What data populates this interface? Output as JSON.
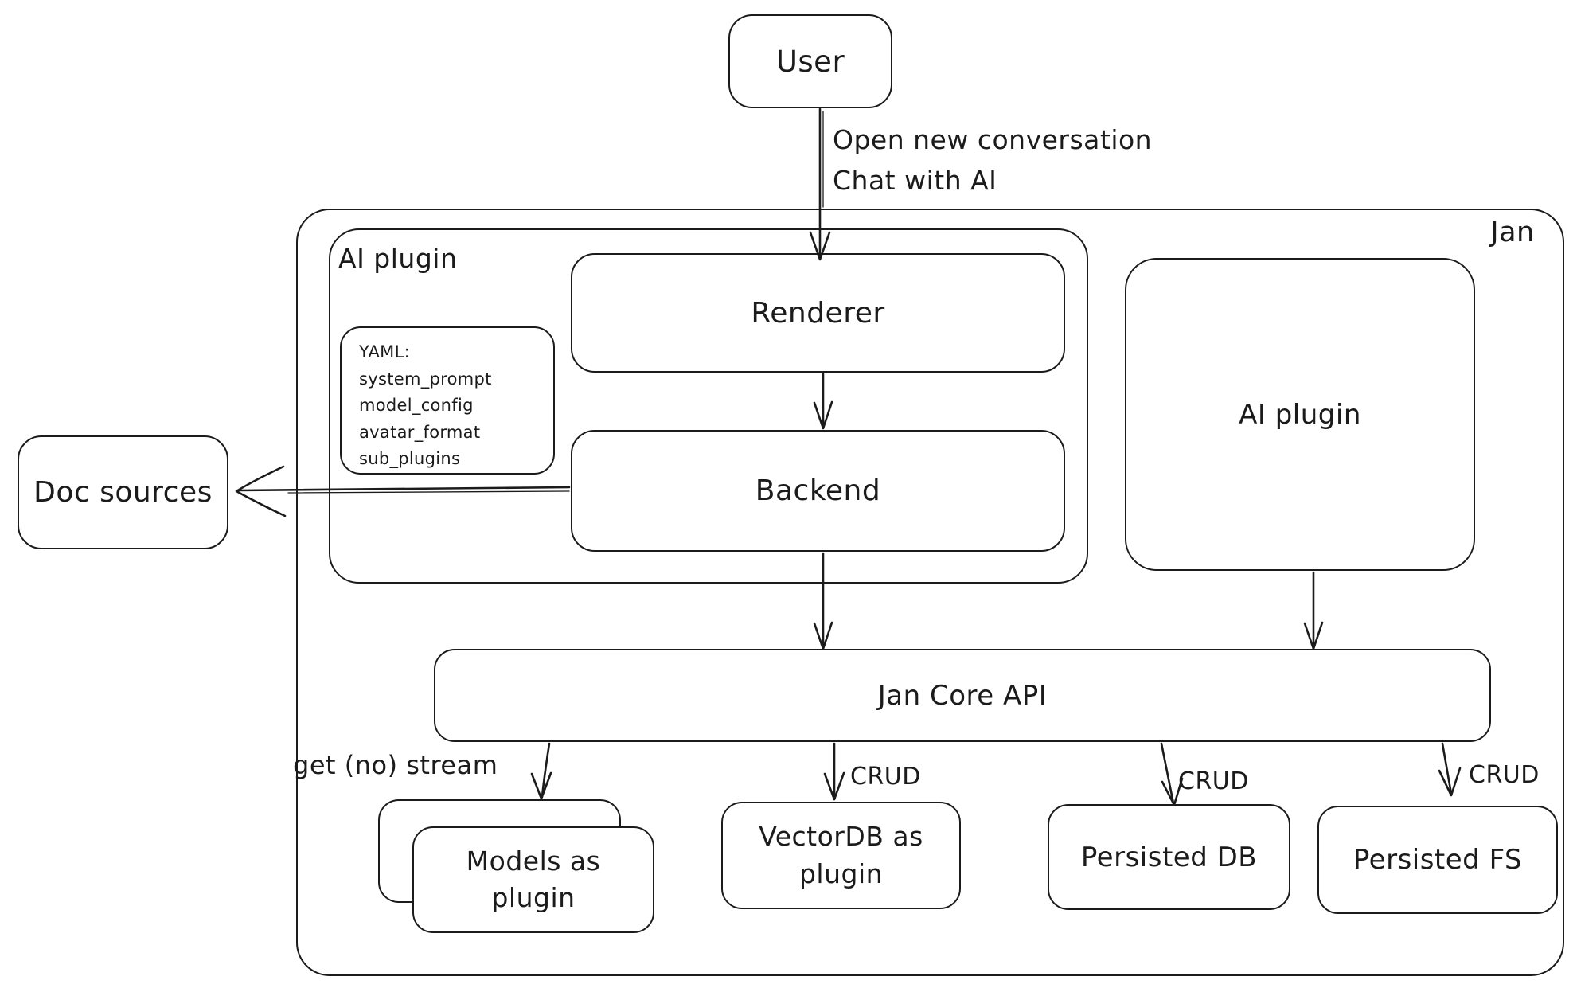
{
  "diagram": {
    "nodes": {
      "user": "User",
      "renderer": "Renderer",
      "backend": "Backend",
      "doc_sources": "Doc sources",
      "ai_plugin_right": "AI plugin",
      "jan_core_api": "Jan Core API",
      "models_as_plugin": "Models as plugin",
      "vectordb_as_plugin": "VectorDB as plugin",
      "persisted_db": "Persisted DB",
      "persisted_fs": "Persisted FS"
    },
    "containers": {
      "jan": "Jan",
      "ai_plugin": "AI plugin"
    },
    "yaml_note": {
      "lines": [
        "YAML:",
        "system_prompt",
        "model_config",
        "avatar_format",
        "sub_plugins"
      ]
    },
    "edge_labels": {
      "user_to_renderer_line1": "Open new conversation",
      "user_to_renderer_line2": "Chat with AI",
      "get_no_stream": "get (no) stream",
      "crud_vectordb": "CRUD",
      "crud_persisted_db": "CRUD",
      "crud_persisted_fs": "CRUD"
    },
    "colors": {
      "stroke": "#1b1b1b",
      "background": "#ffffff"
    }
  }
}
